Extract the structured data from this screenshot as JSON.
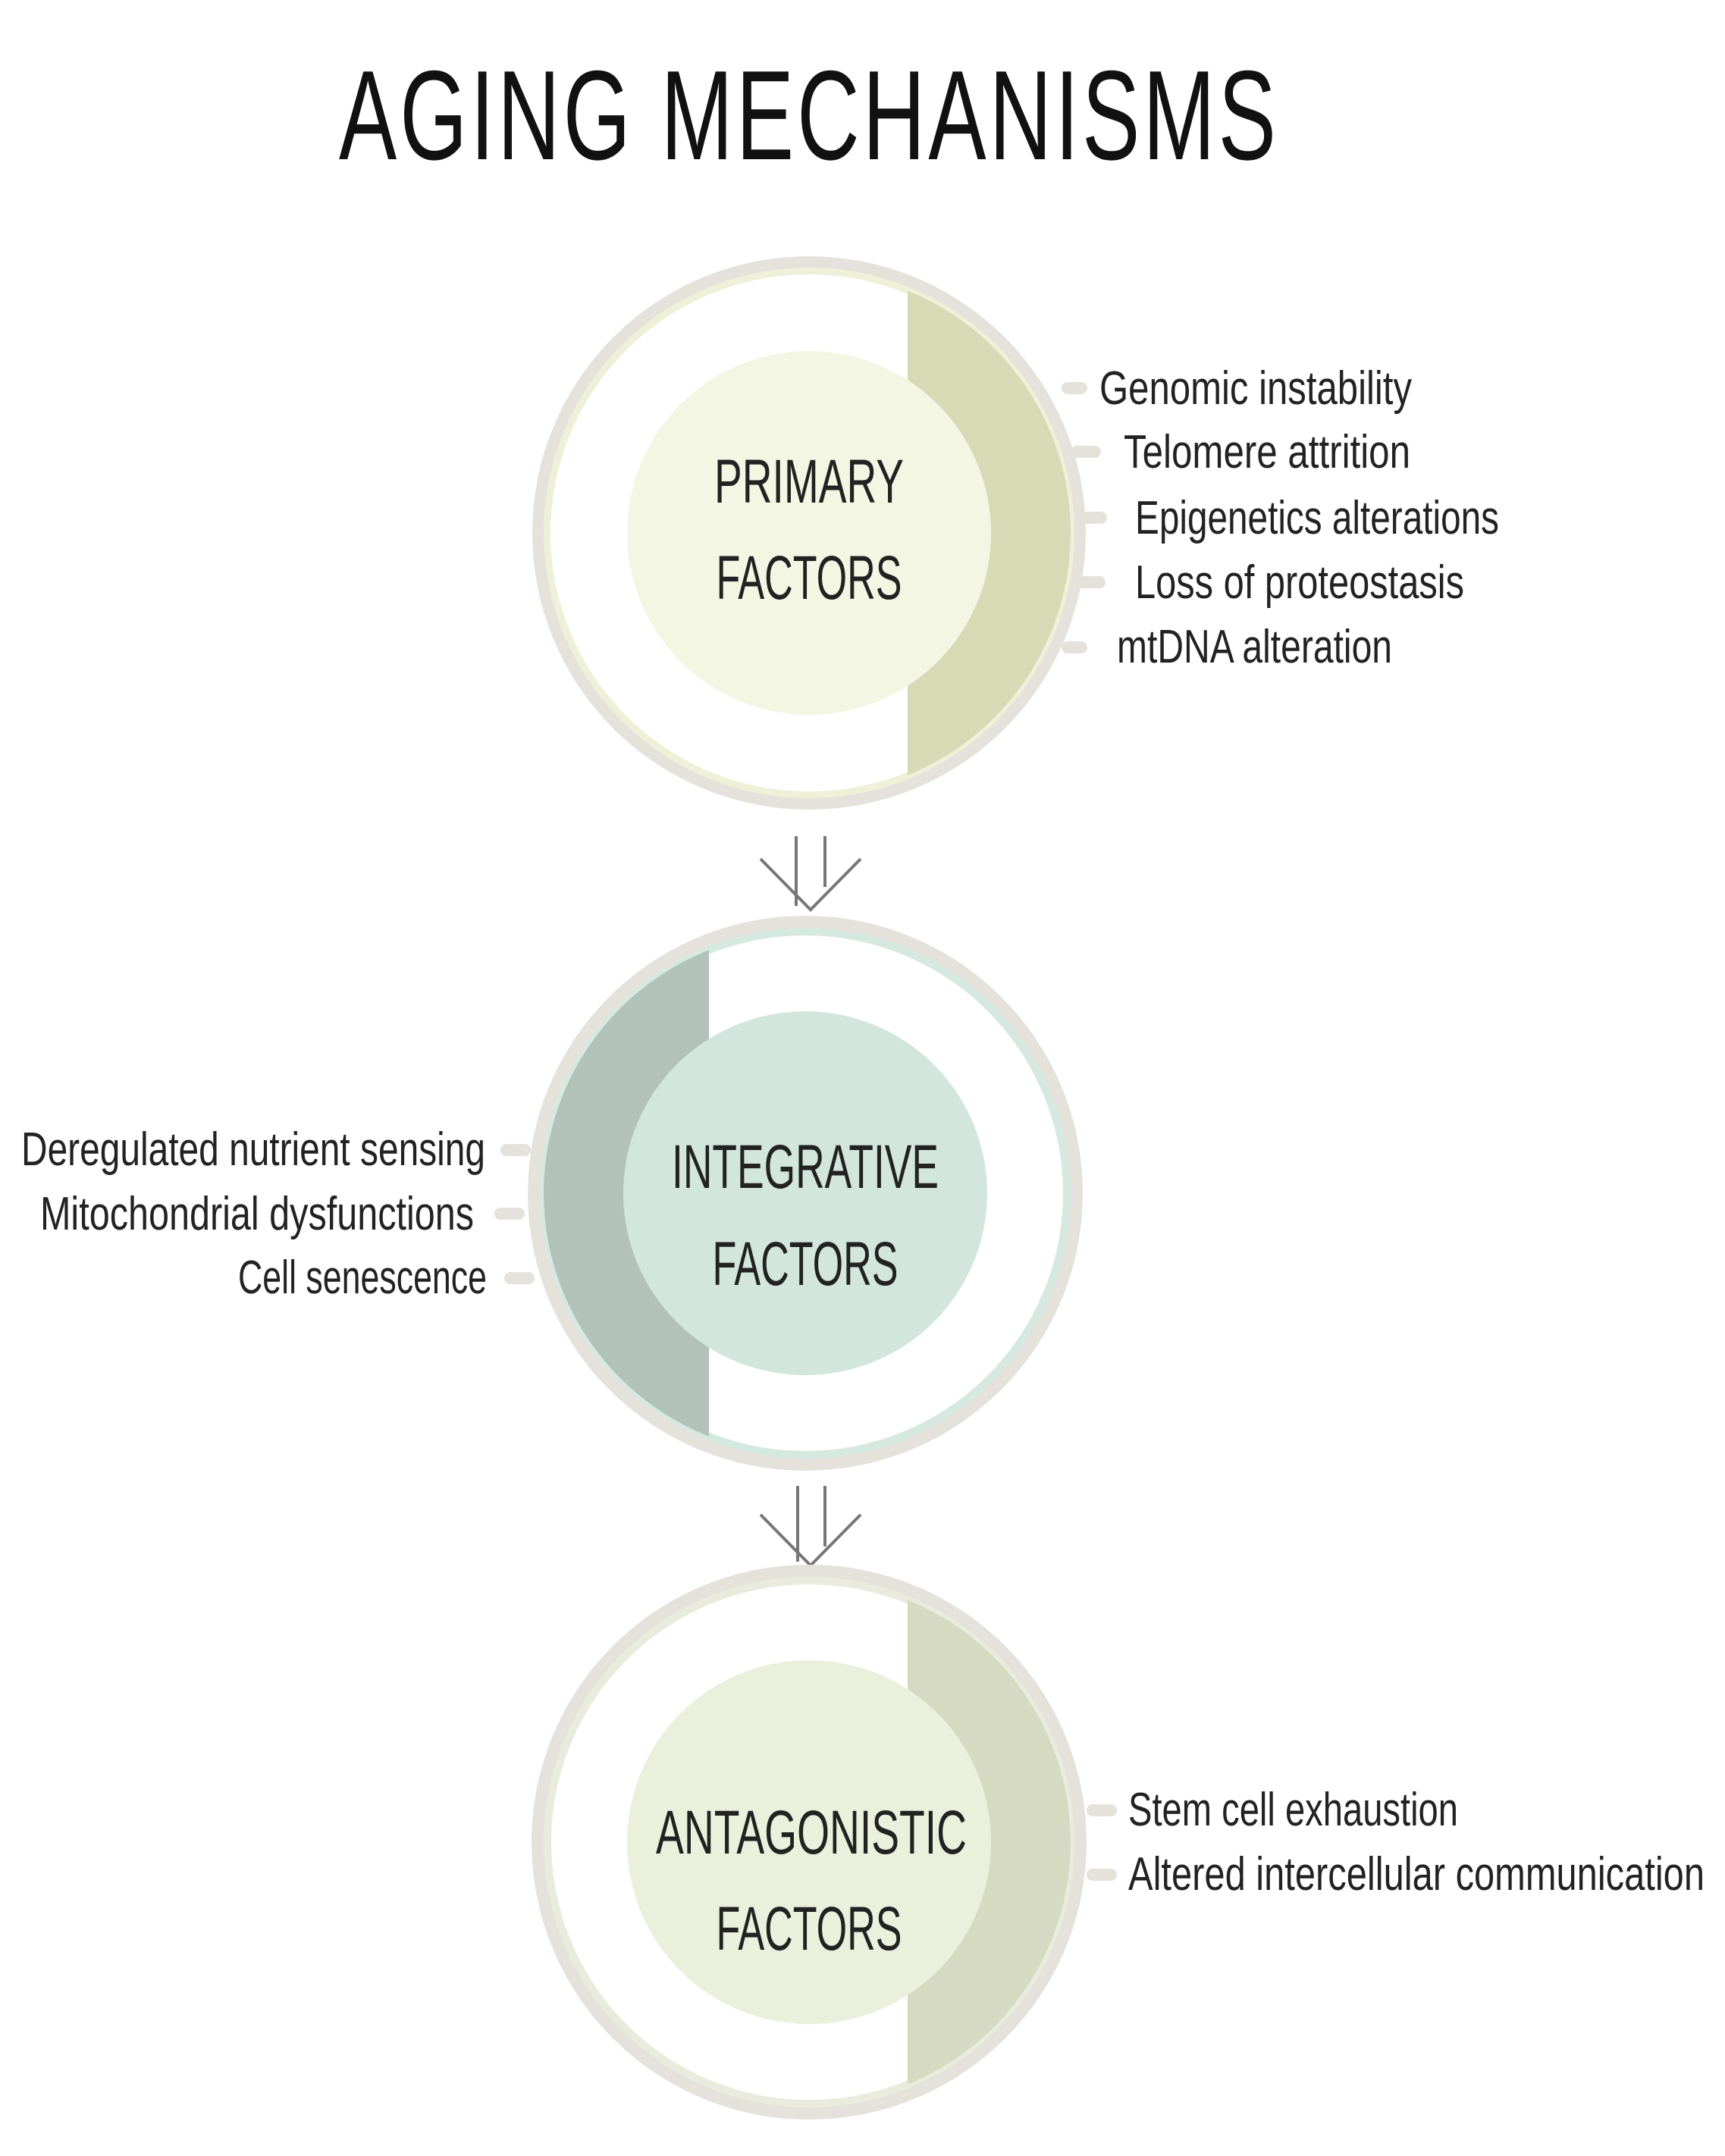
{
  "title": "AGING MECHANISMS",
  "groups": [
    {
      "id": "primary",
      "center": [
        "PRIMARY",
        "FACTORS"
      ],
      "factors": [
        "Genomic instability",
        "Telomere attrition",
        "Epigenetics alterations",
        "Loss of  proteostasis",
        "mtDNA alteration"
      ],
      "colors": {
        "ring": "#e5e2dc",
        "inner_edge": "#eef0d8",
        "band": "#d6dab5",
        "core": "#f4f6e4"
      }
    },
    {
      "id": "integrative",
      "center": [
        "INTEGRATIVE",
        "FACTORS"
      ],
      "factors": [
        "Deregulated nutrient sensing",
        "Mitochondrial dysfunctions",
        "Cell senescence"
      ],
      "colors": {
        "ring": "#e5e2dc",
        "inner_edge": "#d6e9e1",
        "band": "#b3c2b9",
        "core": "#d2e6de"
      }
    },
    {
      "id": "antagonistic",
      "center": [
        "ANTAGONISTIC",
        "FACTORS"
      ],
      "factors": [
        "Stem cell exhaustion",
        "Altered intercellular communication"
      ],
      "colors": {
        "ring": "#e5e2dc",
        "inner_edge": "#e9ecdc",
        "band": "#d6dac3",
        "core": "#ebf0dc"
      }
    }
  ],
  "arrow_color": "#777777"
}
